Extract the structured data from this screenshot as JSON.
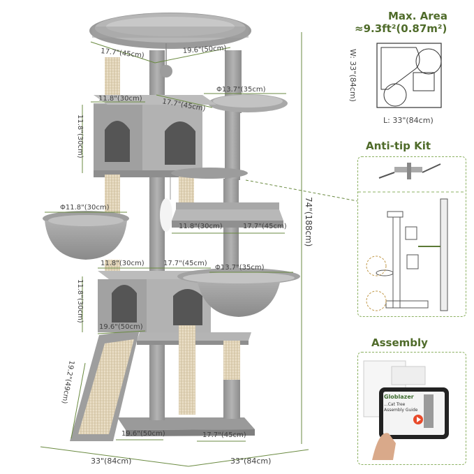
{
  "colors": {
    "accent": "#5b7a35",
    "dimension_line": "#6a8a40",
    "plush_grey": "#a9a9a9",
    "sisal": "#e8dcc4",
    "background": "#ffffff"
  },
  "dimensions": {
    "top_perch_left": "17.7\"(45cm)",
    "top_perch_right": "19.6\"(50cm)",
    "upper_condo_width": "11.8\"(30cm)",
    "upper_condo_depth": "17.7\"(45cm)",
    "upper_round_perch": "Φ13.7\"(35cm)",
    "upper_condo_height": "11.8\"(30cm)",
    "left_basket": "Φ11.8\"(30cm)",
    "mid_platform_left": "11.8\"(30cm)",
    "mid_platform_right": "17.7\"(45cm)",
    "lower_condo_width": "11.8\"(30cm)",
    "lower_condo_depth": "17.7\"(45cm)",
    "right_basket": "Φ13.7\"(35cm)",
    "lower_condo_height": "11.8\"(30cm)",
    "ramp_width": "19.6\"(50cm)",
    "ramp_length": "19.2\"(49cm)",
    "base_left": "19.6\"(50cm)",
    "base_right": "17.7\"(45cm)",
    "total_height": "74\"(188cm)",
    "footprint_left": "33\"(84cm)",
    "footprint_right": "33\"(84cm)"
  },
  "max_area": {
    "title": "Max. Area",
    "value": "≈9.3ft²(0.87m²)",
    "width_label": "W: 33\"(84cm)",
    "length_label": "L: 33\"(84cm)"
  },
  "anti_tip": {
    "title": "Anti-tip Kit"
  },
  "assembly": {
    "title": "Assembly",
    "brand": "Globlazer",
    "video_line1": "...Cat Tree",
    "video_line2": "Assembly Guide"
  }
}
